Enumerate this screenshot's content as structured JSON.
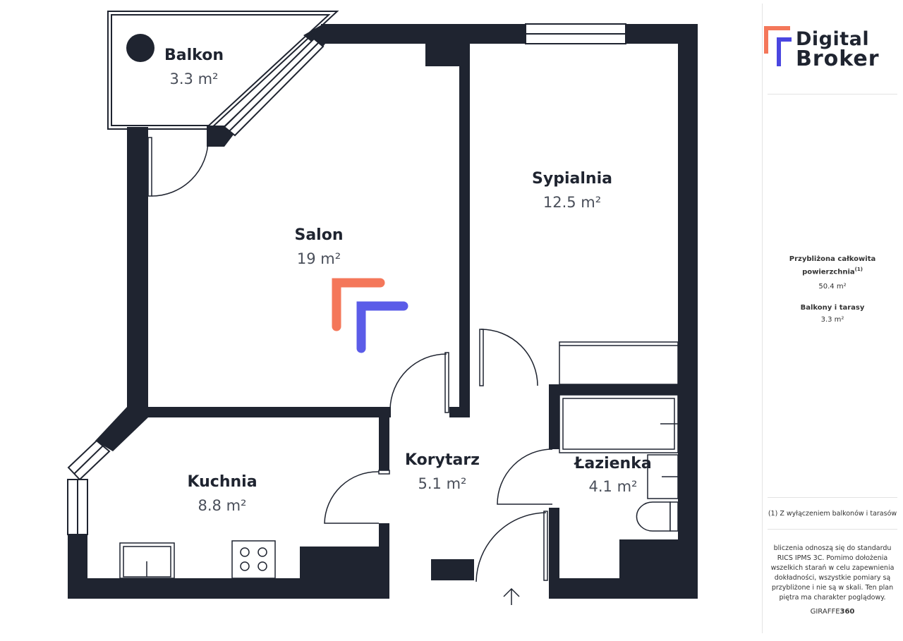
{
  "rooms": {
    "balkon": {
      "name": "Balkon",
      "area": "3.3 m²"
    },
    "salon": {
      "name": "Salon",
      "area": "19 m²"
    },
    "sypialnia": {
      "name": "Sypialnia",
      "area": "12.5 m²"
    },
    "korytarz": {
      "name": "Korytarz",
      "area": "5.1 m²"
    },
    "kuchnia": {
      "name": "Kuchnia",
      "area": "8.8 m²"
    },
    "lazienka": {
      "name": "Łazienka",
      "area": "4.1 m²"
    }
  },
  "brand": {
    "line1": "Digital",
    "line2": "Broker",
    "accent_orange": "#f4775a",
    "accent_blue": "#5b5ce8"
  },
  "summary": {
    "total_label_1": "Przybliżona całkowita",
    "total_label_2": "powierzchnia",
    "total_footnote_mark": "(1)",
    "total_value": "50.4 m²",
    "balconies_label": "Balkony i tarasy",
    "balconies_value": "3.3 m²"
  },
  "footnote": "(1) Z wyłączeniem balkonów i tarasów",
  "disclaimer": [
    "bliczenia odnoszą się do standardu",
    "RICS IPMS 3C. Pomimo dołożenia",
    "wszelkich starań w celu zapewnienia",
    "dokładności, wszystkie pomiary są",
    "przybliżone i nie są w skali. Ten plan",
    "piętra ma charakter poglądowy."
  ],
  "credit": {
    "part1": "GIRAFFE",
    "part2": "360"
  },
  "colors": {
    "wall": "#1f2430",
    "background": "#ffffff"
  }
}
